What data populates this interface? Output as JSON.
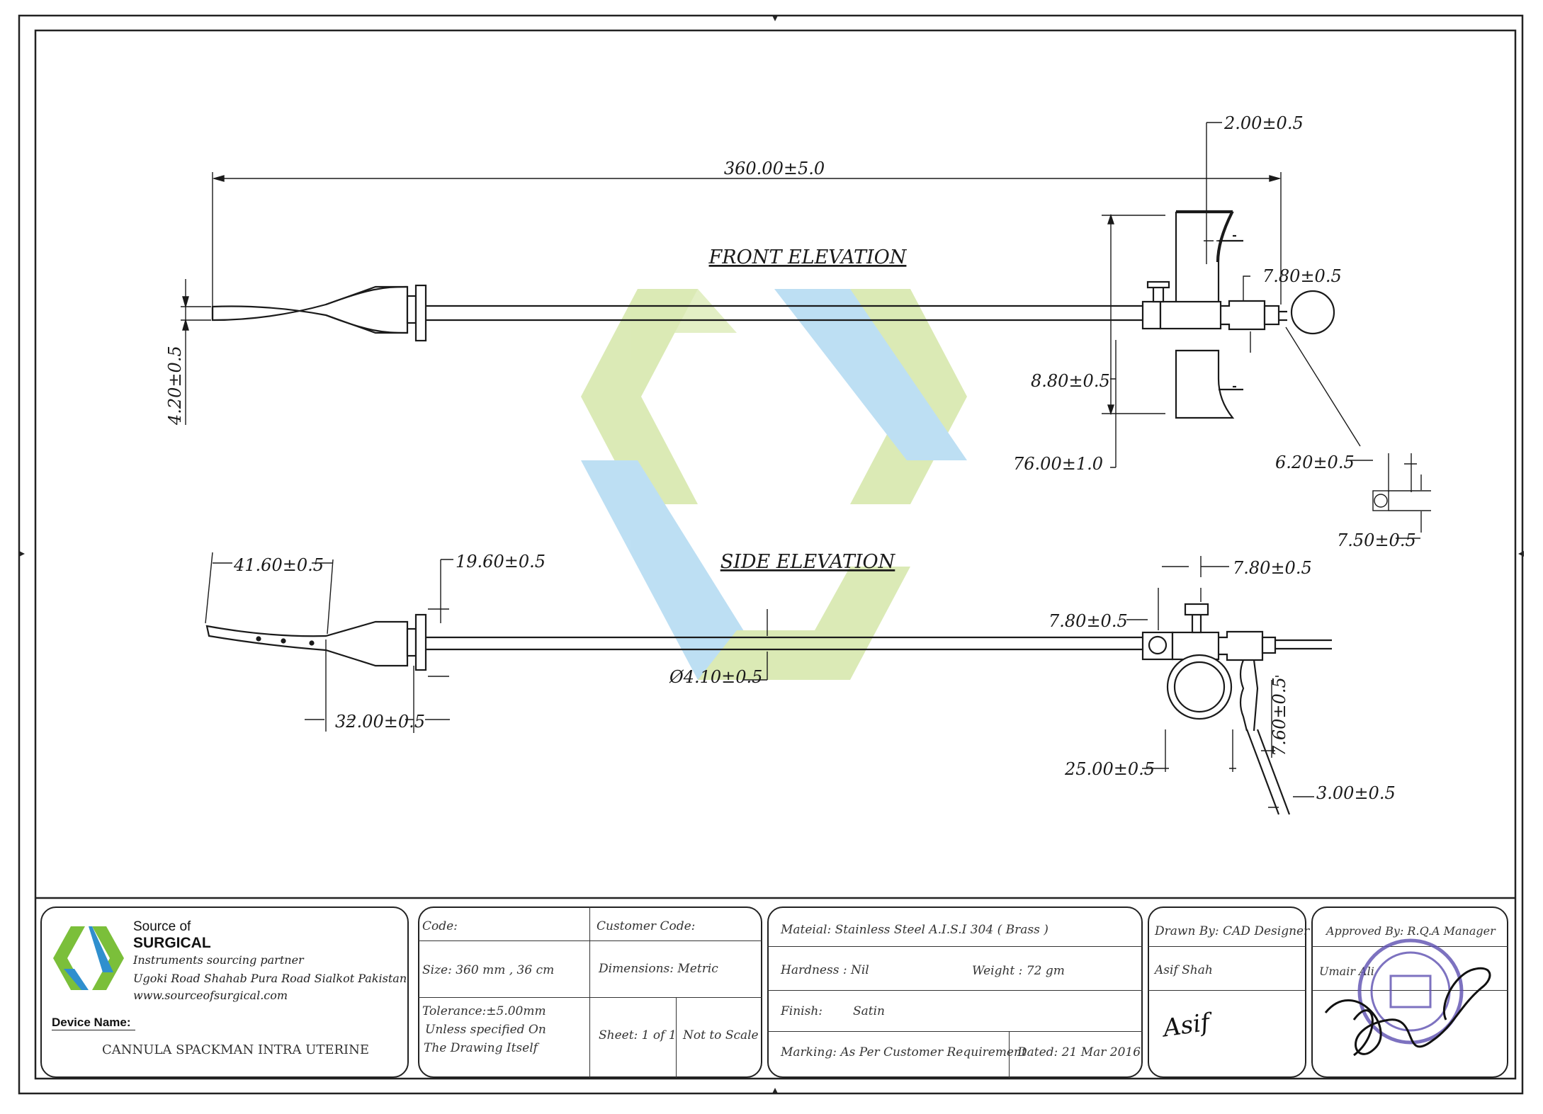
{
  "drawing": {
    "views": {
      "front": "FRONT ELEVATION",
      "side": "SIDE ELEVATION"
    },
    "front_dims": {
      "overall_length": "360.00±5.0",
      "tip_dia": "4.20±0.5",
      "plate_thickness": "2.00±0.5",
      "end_fitting": "7.80±0.5",
      "collar": "8.80±0.5",
      "plate_height": "76.00±1.0",
      "ring_wire": "6.20±0.5",
      "ring_outer": "7.50±0.5"
    },
    "side_dims": {
      "tip_length": "41.60±0.5",
      "flange_dia": "19.60±0.5",
      "cone_length": "32.00±0.5",
      "shaft_dia": "Ø4.10±0.5",
      "thumbscrew": "7.80±0.5",
      "block": "7.80±0.5",
      "ring": "25.00±0.5",
      "lever": "7.60±0.5",
      "lever_thk": "3.00±0.5"
    }
  },
  "company": {
    "name_line1": "Source of",
    "name_line2": "SURGICAL",
    "tagline": "Instruments sourcing partner",
    "address": "Ugoki Road Shahab Pura Road Sialkot Pakistan",
    "website": "www.sourceofsurgical.com",
    "device_label": "Device Name:",
    "device_name": "CANNULA SPACKMAN INTRA UTERINE"
  },
  "spec": {
    "code": "Code:",
    "customer_code": "Customer Code:",
    "size": "Size:  360 mm , 36 cm",
    "dimensions": "Dimensions: Metric",
    "tolerance_1": "Tolerance:±5.00mm",
    "tolerance_2": "Unless specified On",
    "tolerance_3": "The Drawing Itself",
    "sheet": "Sheet: 1 of 1",
    "scale": "Not to Scale"
  },
  "material": {
    "material": "Mateial: Stainless Steel A.I.S.I 304 ( Brass )",
    "hardness": "Hardness :  Nil",
    "weight": "Weight :  72 gm",
    "finish_label": "Finish:",
    "finish_value": "Satin",
    "marking": "Marking: As Per Customer Requirement",
    "dated": "Dated: 21 Mar 2016"
  },
  "approval": {
    "drawn_by": "Drawn By: CAD Designer",
    "designer": "Asif Shah",
    "signature": "Asif",
    "approved_by": "Approved By: R.Q.A Manager",
    "manager": "Umair Ali"
  },
  "colors": {
    "line": "#1a1a1a",
    "watermark_green": "#c9df8d",
    "watermark_blue": "#9fd0ee",
    "logo_green": "#7bbf3a",
    "logo_blue": "#2f8fce",
    "stamp": "#5d4fb0"
  }
}
